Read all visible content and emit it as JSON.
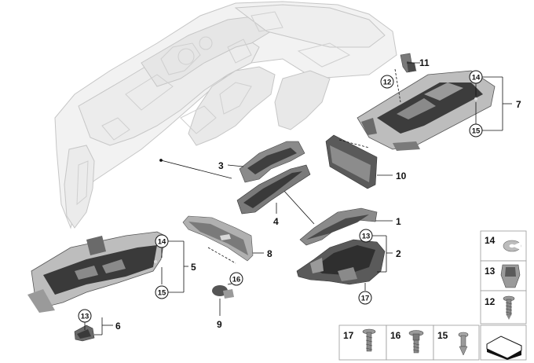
{
  "callouts": {
    "p1": "1",
    "p2": "2",
    "p3": "3",
    "p4": "4",
    "p5": "5",
    "p6": "6",
    "p7": "7",
    "p8": "8",
    "p9": "9",
    "p10": "10",
    "p11": "11"
  },
  "circled": {
    "c12": "12",
    "c14_right": "14",
    "c15_right": "15",
    "c14_left": "14",
    "c15_left": "15",
    "c13_right": "13",
    "c17_right": "17",
    "c16": "16",
    "c13_left": "13"
  },
  "legend": {
    "l14": "14",
    "l13": "13",
    "l12": "12",
    "l17": "17",
    "l16": "16",
    "l15": "15"
  },
  "colors": {
    "ghost_fill": "#f2f2f2",
    "ghost_stroke": "#c8c8c8",
    "part_dark": "#3a3a3a",
    "part_mid": "#7a7a7a",
    "part_light": "#bdbdbd",
    "line": "#111111"
  }
}
